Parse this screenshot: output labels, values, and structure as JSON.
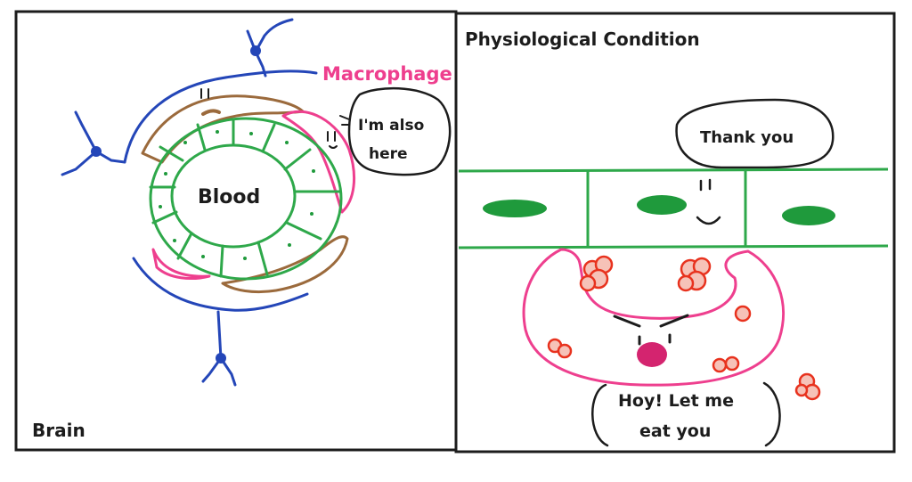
{
  "left_panel": {
    "macrophage_label": "Macrophage",
    "bubble_line1": "I'm also",
    "bubble_line2": "here",
    "blood_label": "Blood",
    "panel_label": "Brain"
  },
  "right_panel": {
    "title": "Physiological Condition",
    "thank_you": "Thank you",
    "speech_line1": "Hoy! Let me",
    "speech_line2": "eat you"
  },
  "colors": {
    "outline": "#1c1c1c",
    "endothelium": "#2ea84a",
    "endothelium_nucleus": "#1f9a3c",
    "pericyte": "#9b6a3c",
    "astrocyte": "#2446b8",
    "macrophage": "#ee3f8e",
    "red_blood_cell": "#e8321e",
    "macrophage_mouth": "#d4246f"
  }
}
